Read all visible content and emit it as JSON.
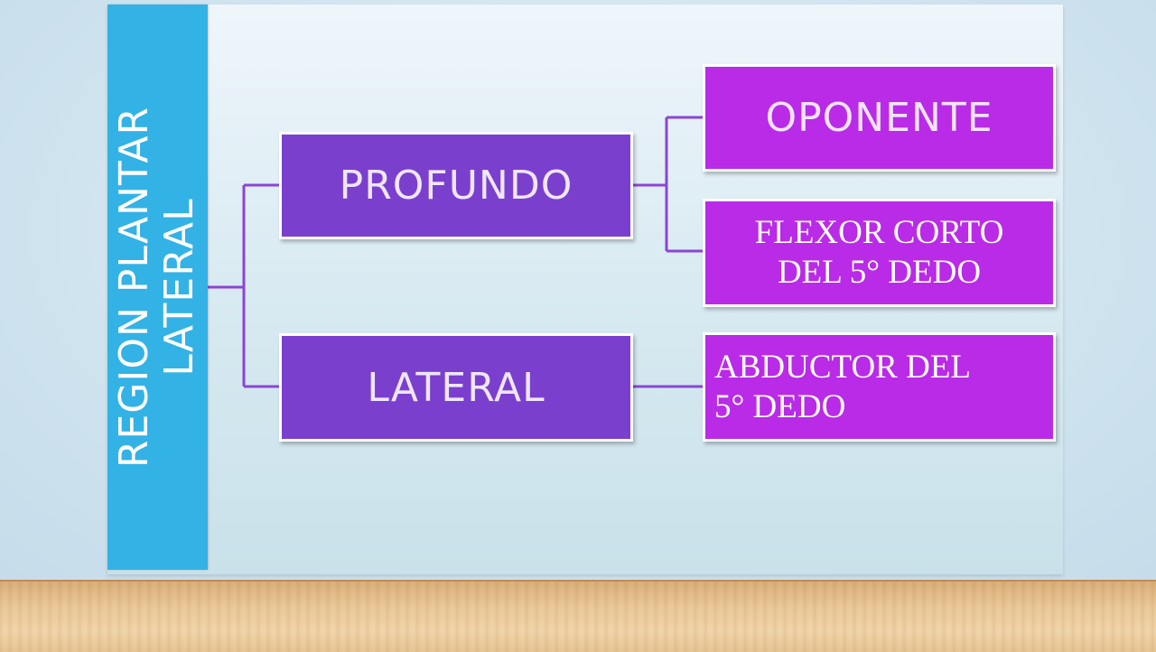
{
  "diagram": {
    "root": {
      "line1": "REGION PLANTAR",
      "line2": "LATERAL"
    },
    "nodes": {
      "profundo": "PROFUNDO",
      "lateral": "LATERAL",
      "oponente": "OPONENTE",
      "flexor": {
        "line1": "FLEXOR CORTO",
        "line2": "DEL 5° DEDO"
      },
      "abductor": {
        "line1": "ABDUCTOR DEL",
        "line2": "5° DEDO"
      }
    },
    "colors": {
      "root": "#33b2e6",
      "level1": "#7b3fce",
      "level2": "#b92be6",
      "connector": "#8a45d6"
    }
  }
}
